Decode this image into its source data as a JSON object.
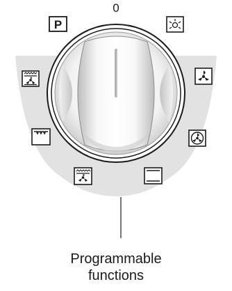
{
  "dial": {
    "zero_label": "0"
  },
  "symbols": [
    {
      "name": "p-program-icon",
      "letter": "P"
    },
    {
      "name": "oven-lamp-icon"
    },
    {
      "name": "fan-oven-icon"
    },
    {
      "name": "fan-with-ring-heater-icon"
    },
    {
      "name": "conventional-top-bottom-heat-icon"
    },
    {
      "name": "fan-grill-icon"
    },
    {
      "name": "top-heat-icon"
    },
    {
      "name": "grill-fan-combination-icon"
    }
  ],
  "caption": {
    "line1": "Programmable",
    "line2": "functions"
  },
  "colors": {
    "band": "#e2e2e2",
    "ink": "#1a1a1a"
  }
}
